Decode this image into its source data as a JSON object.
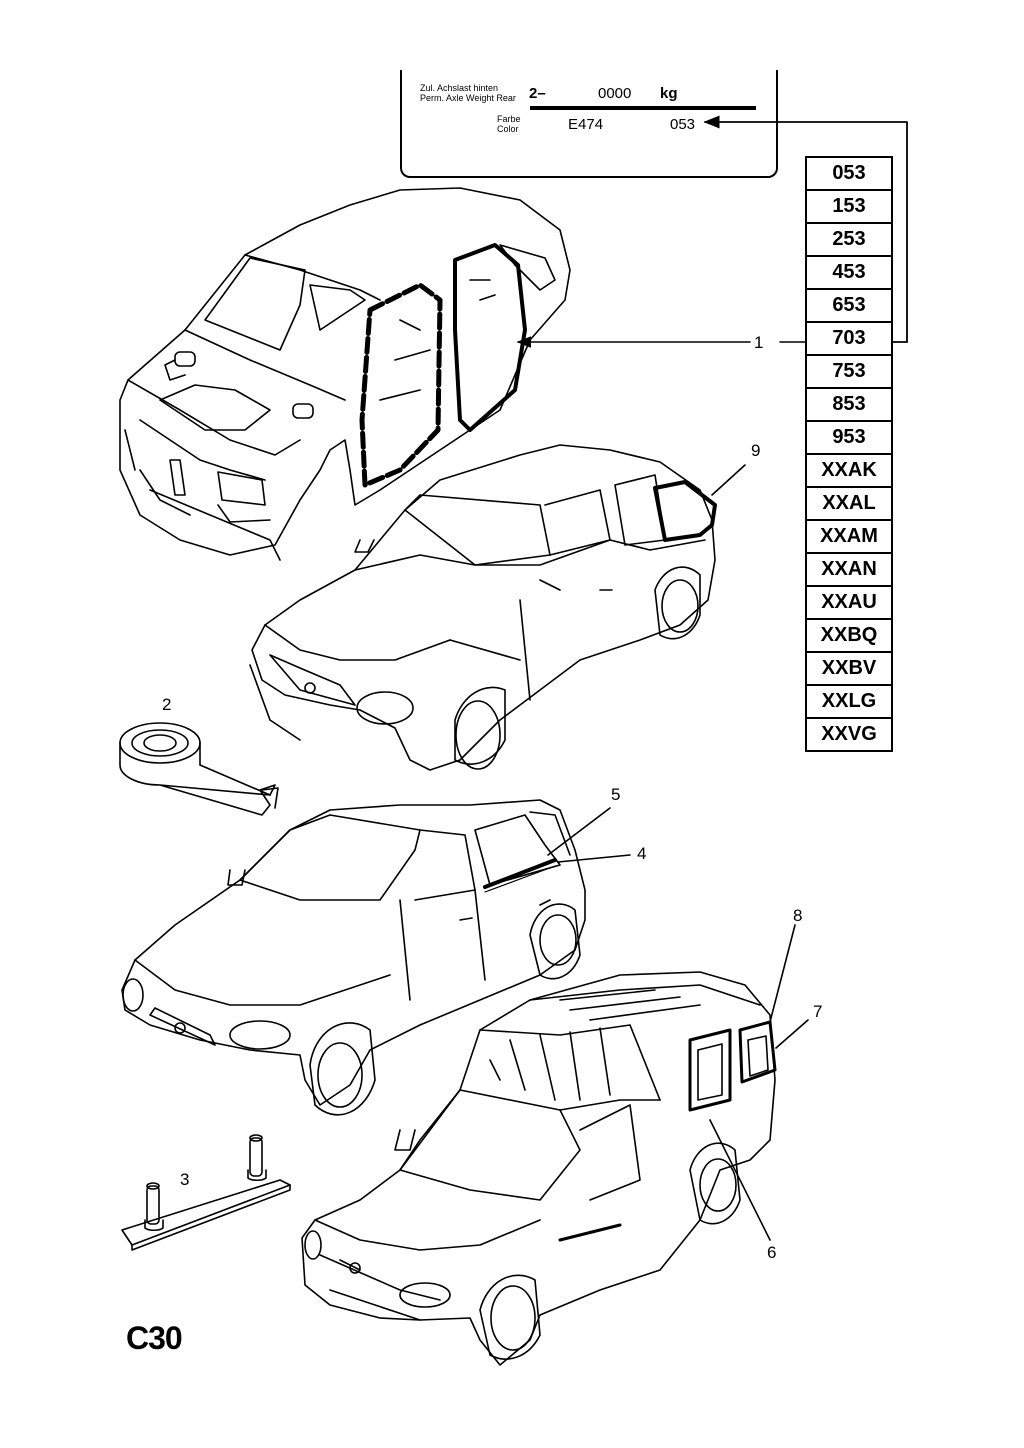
{
  "label_plate": {
    "axle_label_de": "Zul. Achslast hinten",
    "axle_label_en": "Perm. Axle Weight Rear",
    "axle_prefix": "2–",
    "axle_value": "0000",
    "axle_unit": "kg",
    "color_label_de": "Farbe",
    "color_label_en": "Color",
    "color_code": "E474",
    "color_number": "053"
  },
  "color_codes": [
    "053",
    "153",
    "253",
    "453",
    "653",
    "703",
    "753",
    "853",
    "953",
    "XXAK",
    "XXAL",
    "XXAM",
    "XXAN",
    "XXAU",
    "XXBQ",
    "XXBV",
    "XXLG",
    "XXVG"
  ],
  "callouts": {
    "c1": "1",
    "c2": "2",
    "c3": "3",
    "c4": "4",
    "c5": "5",
    "c6": "6",
    "c7": "7",
    "c8": "8",
    "c9": "9"
  },
  "page_code": "C30"
}
